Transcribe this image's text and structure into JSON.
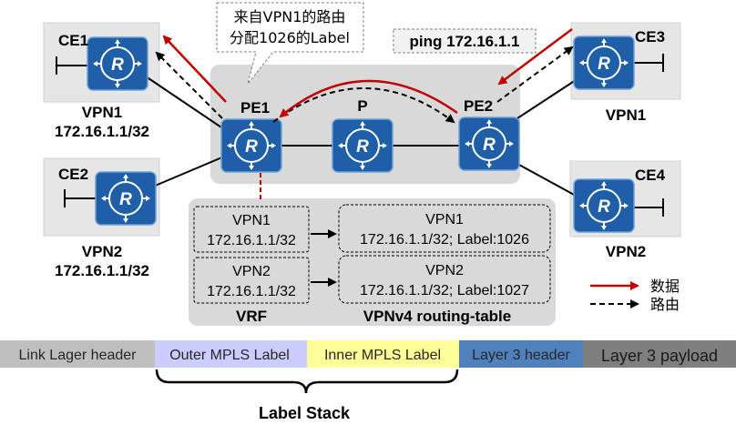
{
  "callout": {
    "line1": "来自VPN1的路由",
    "line2": "分配1026的Label"
  },
  "ping_label": "ping 172.16.1.1",
  "routers": {
    "ce1": "CE1",
    "ce2": "CE2",
    "ce3": "CE3",
    "ce4": "CE4",
    "pe1": "PE1",
    "p": "P",
    "pe2": "PE2"
  },
  "sites": {
    "left_top_name": "VPN1",
    "left_top_prefix": "172.16.1.1/32",
    "left_bottom_name": "VPN2",
    "left_bottom_prefix": "172.16.1.1/32",
    "right_top_name": "VPN1",
    "right_bottom_name": "VPN2"
  },
  "vrf": {
    "title": "VRF",
    "rows": [
      {
        "name": "VPN1",
        "prefix": "172.16.1.1/32"
      },
      {
        "name": "VPN2",
        "prefix": "172.16.1.1/32"
      }
    ]
  },
  "vpnv4": {
    "title": "VPNv4 routing-table",
    "rows": [
      {
        "name": "VPN1",
        "entry": "172.16.1.1/32; Label:1026"
      },
      {
        "name": "VPN2",
        "entry": "172.16.1.1/32; Label:1027"
      }
    ]
  },
  "legend": {
    "data": "数据",
    "route": "路由"
  },
  "colors": {
    "data_arrow": "#c00000",
    "router_blue": "#1f5fa8",
    "zone_gray": "#d9d9d9"
  },
  "header_bar": {
    "segments": [
      {
        "label": "Link Lager header",
        "color": "#bfbfbf"
      },
      {
        "label": "Outer MPLS Label",
        "color": "#ccccff"
      },
      {
        "label": "Inner MPLS Label",
        "color": "#ffff99"
      },
      {
        "label": "Layer 3 header",
        "color": "#4f81bd"
      },
      {
        "label": "Layer 3 payload",
        "color": "#7f7f7f"
      }
    ]
  },
  "label_stack": "Label Stack"
}
